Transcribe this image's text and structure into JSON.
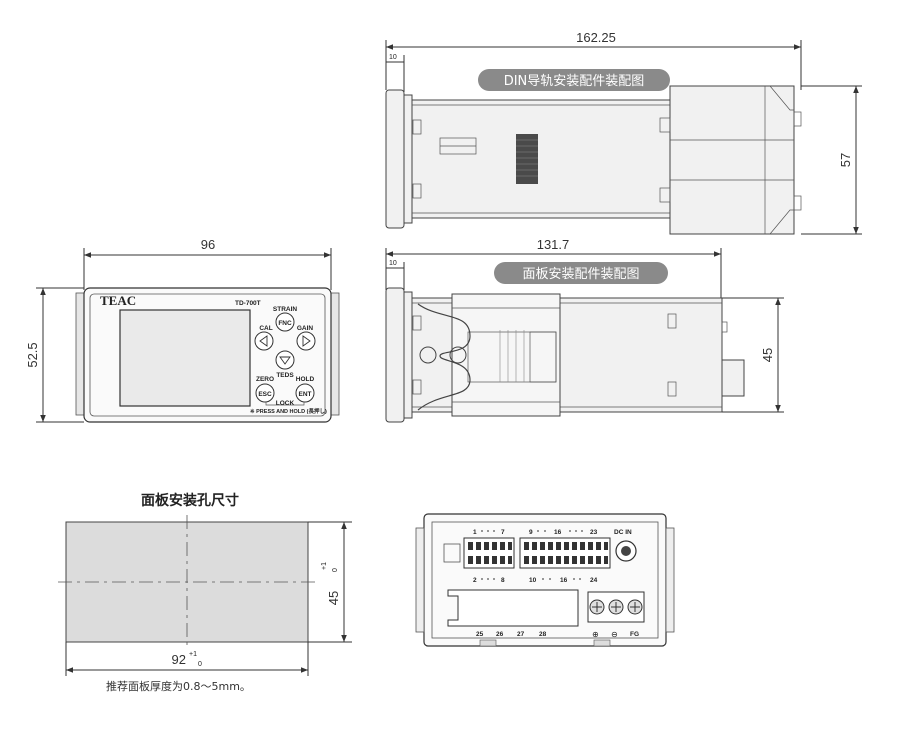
{
  "dimensions": {
    "din_total_length": "162.25",
    "din_offset": "10",
    "din_height": "57",
    "front_width": "96",
    "front_height": "52.5",
    "panel_total_length": "131.7",
    "panel_offset": "10",
    "panel_height": "45",
    "cutout_width": "92",
    "cutout_width_tol_plus": "+1",
    "cutout_width_tol_minus": "0",
    "cutout_height": "45",
    "cutout_height_tol_plus": "+1",
    "cutout_height_tol_minus": "0"
  },
  "labels": {
    "din_mount": "DIN导轨安装配件装配图",
    "panel_mount": "面板安装配件装配图",
    "cutout_title": "面板安装孔尺寸",
    "panel_note": "推荐面板厚度为0.8～5mm。"
  },
  "front_panel": {
    "brand": "TEAC",
    "model": "TD-700T",
    "strain": "STRAIN",
    "fnc": "FNC",
    "cal": "CAL",
    "gain": "GAIN",
    "teds": "TEDS",
    "zero": "ZERO",
    "hold": "HOLD",
    "esc": "ESC",
    "ent": "ENT",
    "lock": "LOCK",
    "press_hold": "※ PRESS AND HOLD (長押し)"
  },
  "terminals": {
    "top_row": [
      "1",
      "7",
      "9",
      "16",
      "23",
      "DC IN"
    ],
    "second_row": [
      "2",
      "8",
      "10",
      "16",
      "24"
    ],
    "bottom_row": [
      "25",
      "26",
      "27",
      "28"
    ],
    "fg": "FG",
    "plus": "⊕",
    "minus": "⊖"
  }
}
